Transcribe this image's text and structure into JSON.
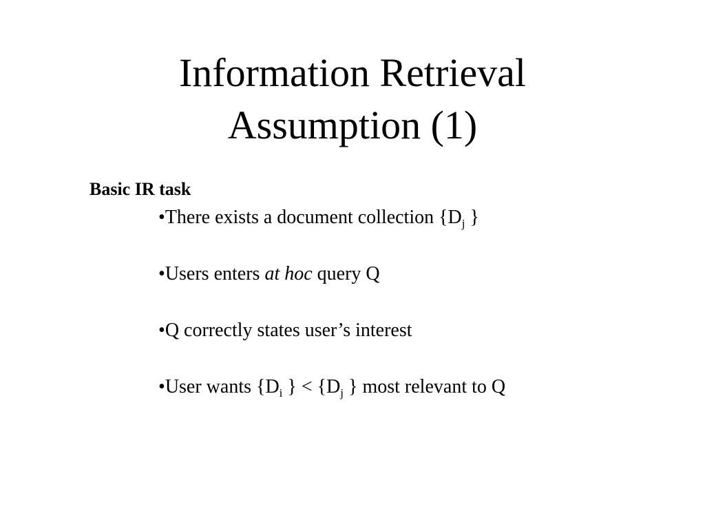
{
  "slide": {
    "title_line1": "Information Retrieval",
    "title_line2": "Assumption (1)",
    "subheading": "Basic IR task",
    "bullet_char": "•",
    "bullets": [
      {
        "prefix": "There exists a document collection {D",
        "sub": "j",
        "suffix": " }"
      },
      {
        "prefix": "Users enters ",
        "emphasis": "at hoc",
        "suffix": " query Q"
      },
      {
        "text": "Q correctly states user’s interest"
      },
      {
        "prefix": "User wants {D",
        "sub1": "i",
        "middle": " } < {D",
        "sub2": "j",
        "suffix": " } most relevant to Q"
      }
    ]
  }
}
